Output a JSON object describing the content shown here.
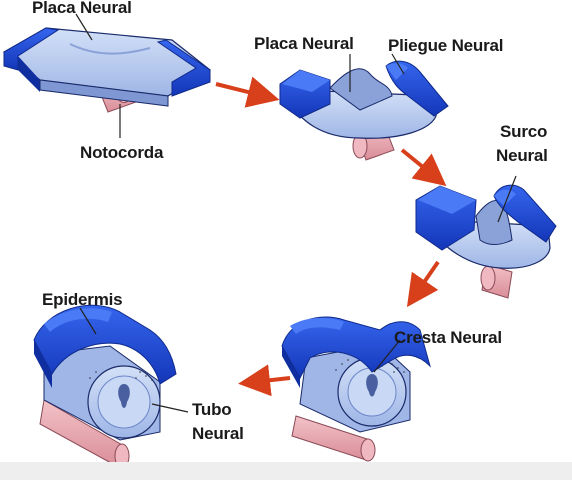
{
  "labels": {
    "placa_neural_1": "Placa Neural",
    "notocorda": "Notocorda",
    "placa_neural_2": "Placa Neural",
    "pliegue_neural": "Pliegue Neural",
    "surco_neural_line1": "Surco",
    "surco_neural_line2": "Neural",
    "cresta_neural": "Cresta Neural",
    "epidermis": "Epidermis",
    "tubo_neural_line1": "Tubo",
    "tubo_neural_line2": "Neural"
  },
  "colors": {
    "ectoderm_blue": "#1f4fd8",
    "ectoderm_dark": "#0f2fa0",
    "neural_light": "#b9cdf0",
    "notochord_pink": "#e7a3ad",
    "arrow_red": "#d8401c"
  }
}
